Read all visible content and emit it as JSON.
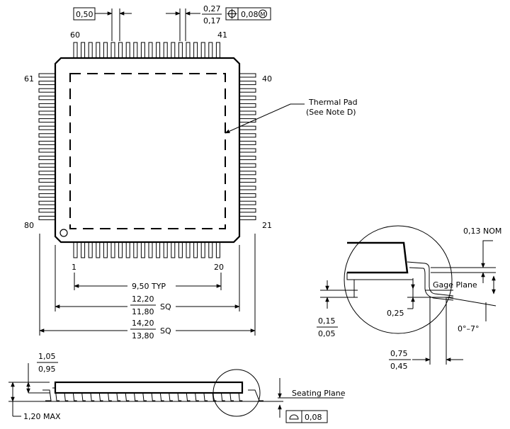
{
  "top_dims": {
    "pitch": "0,50",
    "lead_width_max": "0,27",
    "lead_width_min": "0,17",
    "tolerance_value": "0,08",
    "tolerance_modifier": "M"
  },
  "pin_numbers": {
    "top_left": "60",
    "top_right": "41",
    "left_top": "61",
    "right_top": "40",
    "left_bottom": "80",
    "right_bottom": "21",
    "bottom_left": "1",
    "bottom_right": "20"
  },
  "thermal_pad": {
    "line1": "Thermal Pad",
    "line2": "(See Note D)"
  },
  "body_dims": {
    "pad_typ": "9,50 TYP",
    "body_max": "12,20",
    "body_min": "11,80",
    "body_suffix": "SQ",
    "overall_max": "14,20",
    "overall_min": "13,80",
    "overall_suffix": "SQ"
  },
  "side_view": {
    "height_max_upper": "1,05",
    "height_min_upper": "0,95",
    "height_max": "1,20 MAX",
    "seating_plane": "Seating Plane",
    "coplanarity": "0,08"
  },
  "detail": {
    "lead_thickness_nom": "0,13 NOM",
    "gage_plane": "Gage Plane",
    "gage_dist": "0,25",
    "standoff_max": "0,15",
    "standoff_min": "0,05",
    "angle": "0°–7°",
    "foot_max": "0,75",
    "foot_min": "0,45"
  }
}
